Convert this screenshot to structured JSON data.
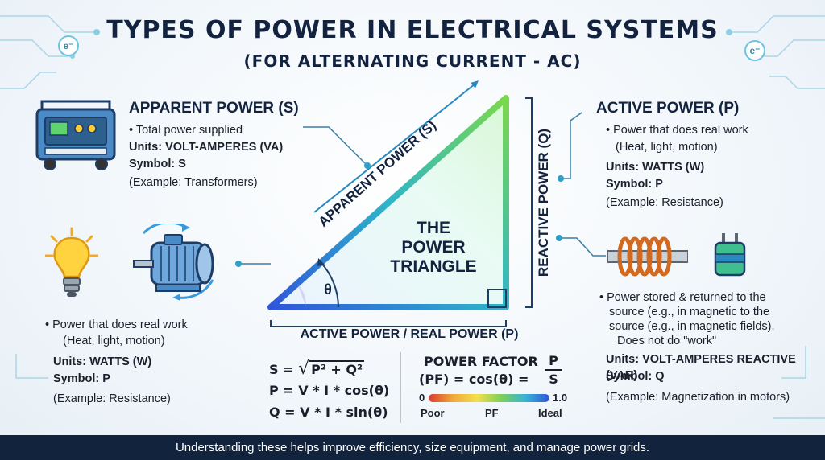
{
  "header": {
    "title": "TYPES OF POWER IN ELECTRICAL SYSTEMS",
    "subtitle": "(FOR ALTERNATING CURRENT - AC)"
  },
  "apparent": {
    "title": "APPARENT POWER (S)",
    "desc": "• Total power supplied",
    "units": "Units: VOLT-AMPERES (VA)",
    "symbol": "Symbol: S",
    "example": "(Example: Transformers)"
  },
  "active": {
    "title": "ACTIVE POWER (P)",
    "desc1": "• Power that does real work",
    "desc2": "(Heat, light, motion)",
    "units": "Units: WATTS (W)",
    "symbol": "Symbol: P",
    "example": "(Example: Resistance)"
  },
  "left_active": {
    "desc1": "• Power that does real work",
    "desc2": "(Heat, light, motion)",
    "units": "Units: WATTS (W)",
    "symbol": "Symbol: P",
    "example": "(Example: Resistance)"
  },
  "reactive": {
    "desc1": "• Power stored & returned to the",
    "desc2": "source (e.g., in magnetic to the",
    "desc3": "source (e.g., in magnetic fields).",
    "desc4": "Does not do \"work\"",
    "units": "Units: VOLT-AMPERES REACTIVE (VAR)",
    "symbol": "Symbol: Q",
    "example": "(Example: Magnetization in motors)"
  },
  "triangle": {
    "hyp_label": "APPARENT POWER (S)",
    "vert_label": "REACTIVE POWER (Q)",
    "base_label": "ACTIVE POWER / REAL POWER (P)",
    "center_l1": "THE",
    "center_l2": "POWER",
    "center_l3": "TRIANGLE",
    "angle": "θ"
  },
  "formulas": {
    "f1_left": "S = ",
    "f1_root": "P² + Q²",
    "f2": "P = V * I * cos(θ)",
    "f3": "Q = V * I * sin(θ)"
  },
  "power_factor": {
    "title": "POWER FACTOR",
    "formula": "(PF) = cos(θ) =",
    "num": "P",
    "den": "S",
    "scale_min": "0",
    "scale_max": "1.0",
    "label_poor": "Poor",
    "label_mid": "PF",
    "label_ideal": "Ideal"
  },
  "icons": {
    "e1": "e⁻",
    "e2": "e⁻"
  },
  "footer": {
    "text": "Understanding these helps improve efficiency, size equipment, and manage power grids."
  }
}
